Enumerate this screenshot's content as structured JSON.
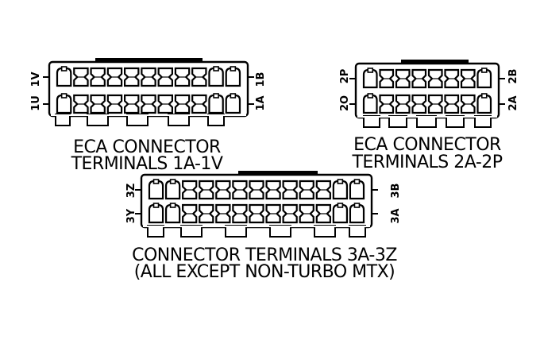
{
  "connectors": [
    {
      "id": "1",
      "caption": [
        "ECA CONNECTOR",
        "TERMINALS 1A-1V"
      ],
      "upper_left": "1V",
      "lower_left": "1U",
      "upper_right": "1B",
      "lower_right": "1A",
      "cavities": 11
    },
    {
      "id": "2",
      "caption": [
        "ECA CONNECTOR",
        "TERMINALS 2A-2P"
      ],
      "upper_left": "2P",
      "lower_left": "2O",
      "upper_right": "2B",
      "lower_right": "2A",
      "cavities": 8
    },
    {
      "id": "3",
      "caption": [
        "CONNECTOR TERMINALS 3A-3Z",
        "(ALL EXCEPT NON-TURBO MTX)"
      ],
      "upper_left": "3Z",
      "lower_left": "3Y",
      "upper_right": "3B",
      "lower_right": "3A",
      "cavities": 13
    }
  ],
  "colors": {
    "ink": "#000000",
    "paper": "#ffffff"
  }
}
